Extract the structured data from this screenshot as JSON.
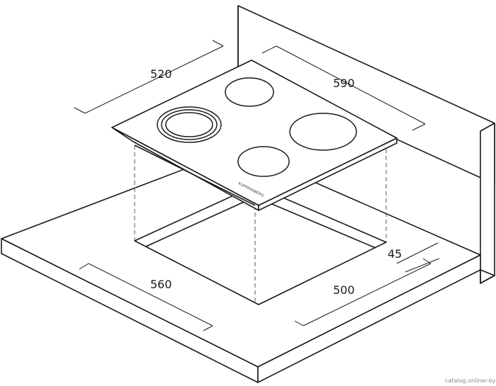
{
  "dimensions": {
    "hob_depth": "520",
    "hob_width": "590",
    "cutout_width": "560",
    "cutout_depth": "500",
    "wall_distance": "45"
  },
  "brand": "KUPPERSBERG",
  "watermark": "catalog.onliner.by"
}
